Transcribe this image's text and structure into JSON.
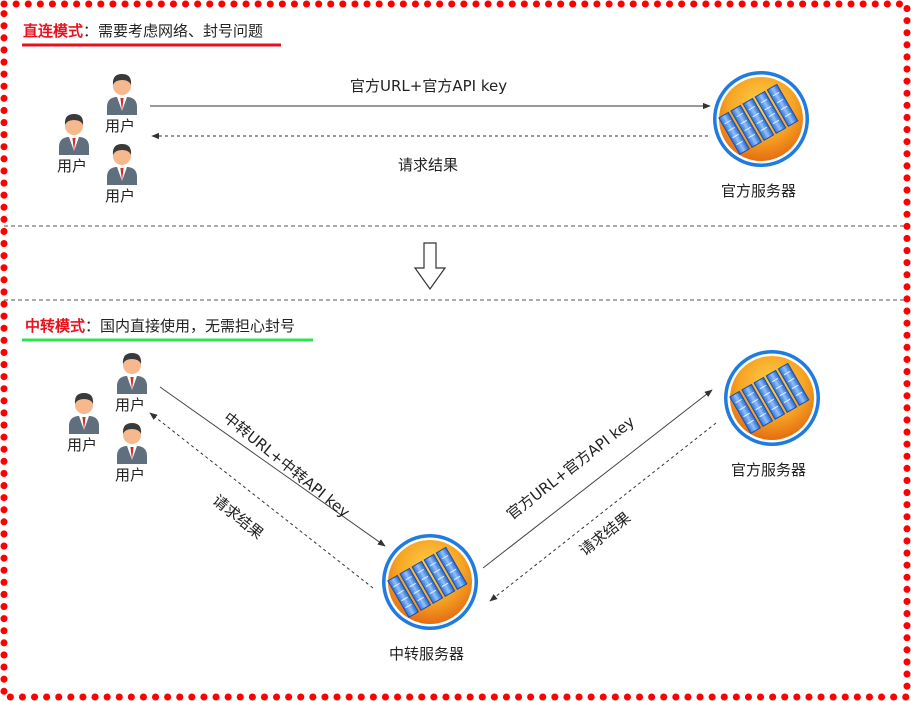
{
  "top_section": {
    "title_key": "直连模式",
    "title_rest": "：需要考虑网络、封号问题",
    "underline_color": "#e8121e",
    "users": [
      "用户",
      "用户",
      "用户"
    ],
    "request_label": "官方URL+官方API key",
    "response_label": "请求结果",
    "server_label": "官方服务器"
  },
  "bottom_section": {
    "title_key": "中转模式",
    "title_rest": "：国内直接使用，无需担心封号",
    "underline_color": "#2ee44c",
    "users": [
      "用户",
      "用户",
      "用户"
    ],
    "relay_request_label": "中转URL+中转API key",
    "relay_response_label": "请求结果",
    "official_request_label": "官方URL+官方API key",
    "official_response_label": "请求结果",
    "relay_server_label": "中转服务器",
    "official_server_label": "官方服务器"
  },
  "colors": {
    "border_dots": "#ff0000",
    "title_accent": "#e8121e",
    "server_orange": "#f28a1c",
    "server_ring": "#1f7be0"
  },
  "icons": {
    "user": "person-with-tie-icon",
    "server": "server-rack-globe-icon",
    "transition": "down-arrow-icon"
  }
}
